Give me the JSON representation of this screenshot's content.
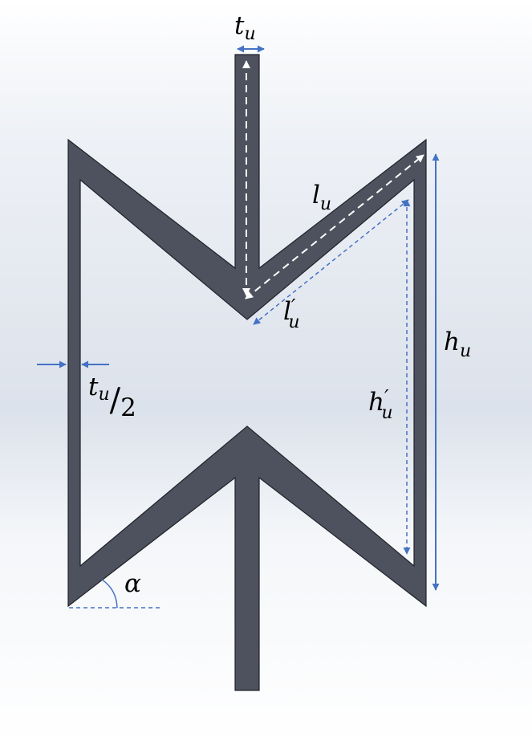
{
  "labels": {
    "t_u_top": {
      "base": "t",
      "sub": "u",
      "prime": ""
    },
    "l_u": {
      "base": "l",
      "sub": "u",
      "prime": ""
    },
    "l_u_prime": {
      "base": "l",
      "sub": "u",
      "prime": "′"
    },
    "h_u": {
      "base": "h",
      "sub": "u",
      "prime": ""
    },
    "h_u_prime": {
      "base": "h",
      "sub": "u",
      "prime": "′"
    },
    "t_u_half": {
      "base": "t",
      "sub": "u",
      "slash": "/",
      "den": "2"
    },
    "alpha": "α"
  },
  "colors": {
    "background_top": "#ffffff",
    "background_mid": "#dde3ec",
    "structure_fill": "#4e525e",
    "structure_stroke": "#1f2229",
    "dimension_blue": "#4472c4",
    "dimension_white": "#ffffff"
  }
}
